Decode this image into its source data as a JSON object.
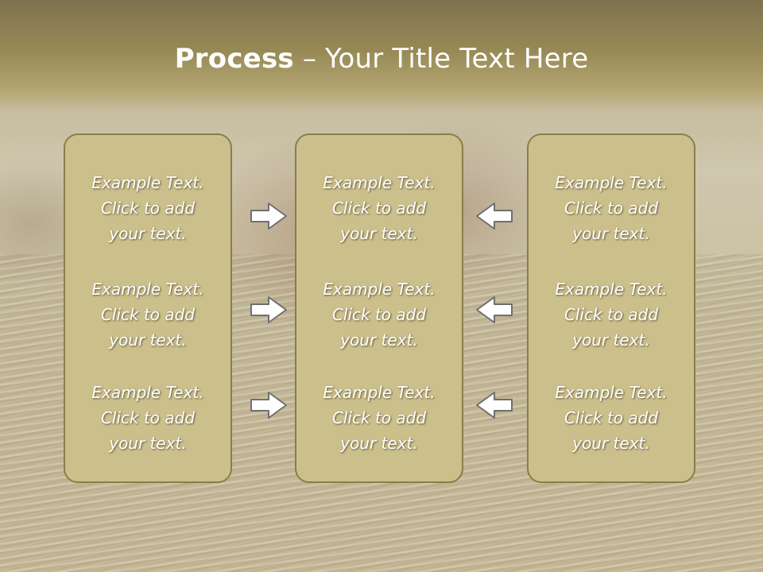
{
  "title": {
    "bold": "Process",
    "rest": " – Your Title Text Here"
  },
  "columns": [
    {
      "items": [
        {
          "line1": "Example Text.",
          "line2": "Click  to add",
          "line3": "your text."
        },
        {
          "line1": "Example Text.",
          "line2": "Click  to add",
          "line3": "your text."
        },
        {
          "line1": "Example Text.",
          "line2": "Click  to add",
          "line3": "your text."
        }
      ]
    },
    {
      "items": [
        {
          "line1": "Example Text.",
          "line2": "Click  to add",
          "line3": "your text."
        },
        {
          "line1": "Example Text.",
          "line2": "Click  to add",
          "line3": "your text."
        },
        {
          "line1": "Example Text.",
          "line2": "Click  to add",
          "line3": "your text."
        }
      ]
    },
    {
      "items": [
        {
          "line1": "Example Text.",
          "line2": "Click  to add",
          "line3": "your text."
        },
        {
          "line1": "Example Text.",
          "line2": "Click  to add",
          "line3": "your text."
        },
        {
          "line1": "Example Text.",
          "line2": "Click  to add",
          "line3": "your text."
        }
      ]
    }
  ],
  "arrows": {
    "left_side": "arrow-right-icon",
    "right_side": "arrow-left-icon"
  },
  "colors": {
    "panel_fill": "#cbbf8b",
    "panel_border": "#8b7d4b",
    "header": "#8f8252",
    "text": "#ffffff"
  }
}
